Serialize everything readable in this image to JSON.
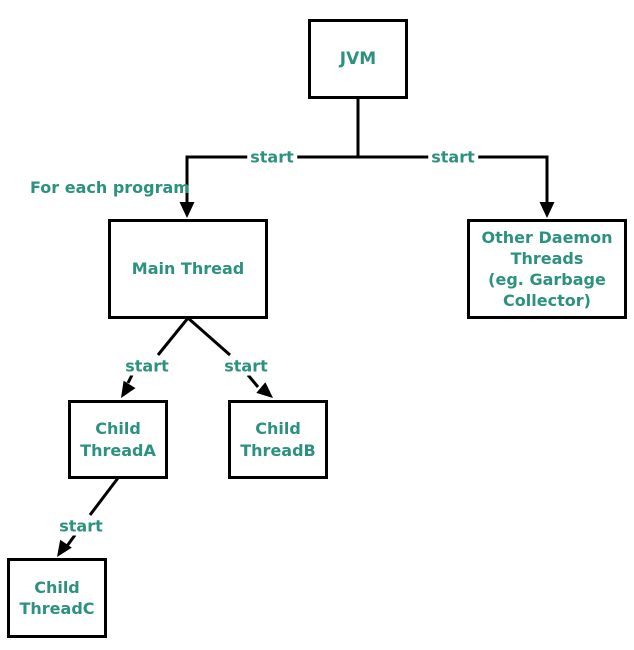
{
  "nodes": {
    "jvm": {
      "label": "JVM"
    },
    "main_thread": {
      "label": "Main Thread"
    },
    "other_daemon_threads": {
      "label": "Other Daemon\nThreads\n(eg. Garbage\nCollector)"
    },
    "child_thread_a": {
      "label": "Child\nThreadA"
    },
    "child_thread_b": {
      "label": "Child\nThreadB"
    },
    "child_thread_c": {
      "label": "Child\nThreadC"
    }
  },
  "edges": {
    "jvm_to_main_thread": {
      "label": "start"
    },
    "jvm_to_daemon_threads": {
      "label": "start"
    },
    "main_thread_to_child_a": {
      "label": "start"
    },
    "main_thread_to_child_b": {
      "label": "start"
    },
    "child_a_to_child_c": {
      "label": "start"
    }
  },
  "annotations": {
    "for_each_program": {
      "label": "For each program"
    }
  },
  "colors": {
    "text": "#2d9180",
    "connector": "#000000",
    "node_border": "#000000",
    "background": "#ffffff"
  }
}
